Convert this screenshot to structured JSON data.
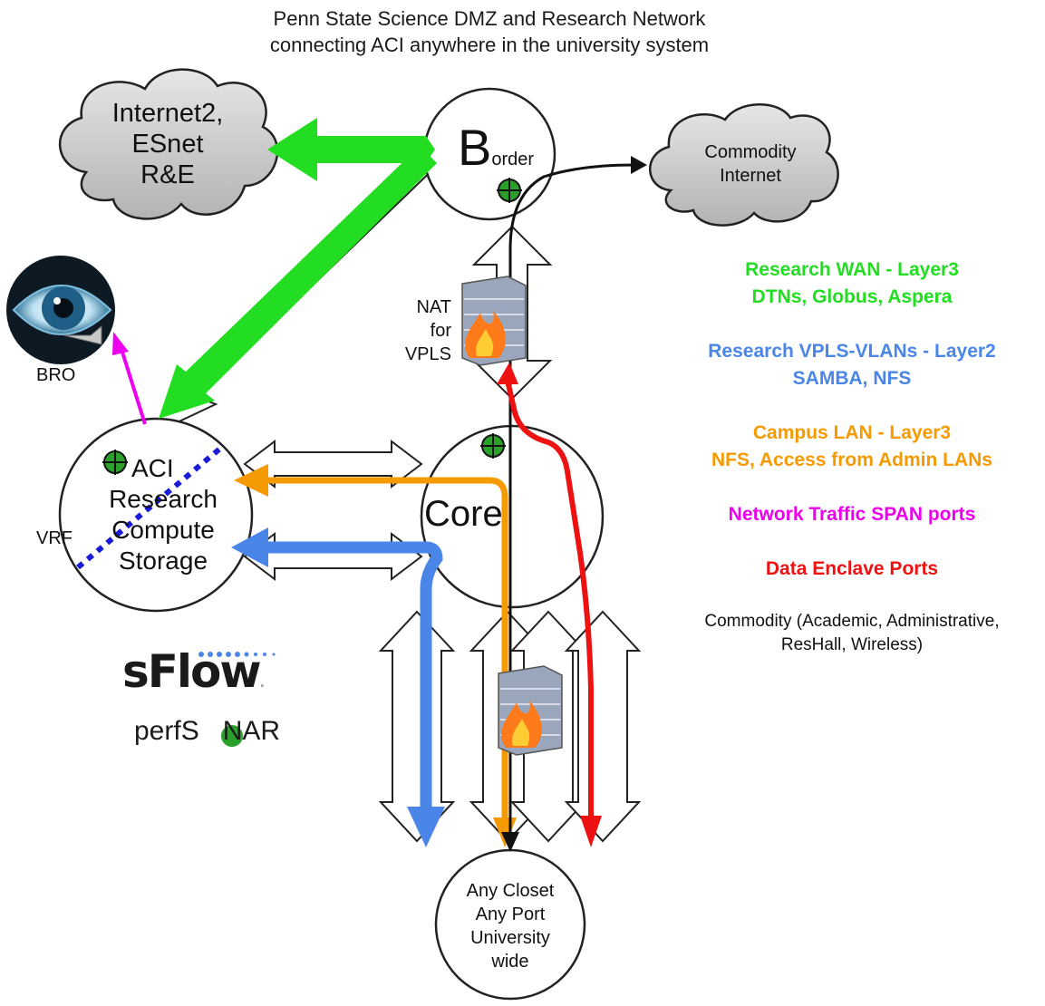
{
  "title": {
    "line1": "Penn State Science DMZ and Research Network",
    "line2": "connecting ACI anywhere in the university system"
  },
  "clouds": {
    "research": {
      "line1": "Internet2,",
      "line2": "ESnet",
      "line3": "R&E"
    },
    "commodity": {
      "line1": "Commodity",
      "line2": "Internet"
    }
  },
  "nodes": {
    "border": {
      "big": "B",
      "small": "order"
    },
    "core": {
      "label": "Core"
    },
    "aci": {
      "line1": "ACI",
      "line2": "Research",
      "line3": "Compute",
      "line4": "Storage"
    },
    "closet": {
      "line1": "Any Closet",
      "line2": "Any Port",
      "line3": "University",
      "line4": "wide"
    }
  },
  "labels": {
    "nat": {
      "line1": "NAT",
      "line2": "for",
      "line3": "VPLS"
    },
    "vrf": "VRF",
    "bro": "BRO"
  },
  "logos": {
    "sflow": "sFlow",
    "sflow_mark": ".",
    "perfsonar_left": "perfS",
    "perfsonar_right": "NAR"
  },
  "legend": {
    "research_wan": {
      "line1": "Research WAN - Layer3",
      "line2": "DTNs, Globus, Aspera",
      "color": "#22dd22"
    },
    "vpls": {
      "line1": "Research VPLS-VLANs - Layer2",
      "line2": "SAMBA, NFS",
      "color": "#4a86e8"
    },
    "campus": {
      "line1": "Campus LAN - Layer3",
      "line2": "NFS, Access from Admin LANs",
      "color": "#f59a00"
    },
    "span": {
      "line1": "Network Traffic SPAN ports",
      "color": "#ee00ee"
    },
    "enclave": {
      "line1": "Data Enclave Ports",
      "color": "#ee1111"
    },
    "commodity": {
      "line1": "Commodity (Academic, Administrative,",
      "line2": "ResHall, Wireless)",
      "color": "#111111"
    }
  },
  "colors": {
    "green": "#22dd22",
    "blue": "#4a86e8",
    "orange": "#f59a00",
    "magenta": "#ee00ee",
    "red": "#ee1111",
    "black": "#111111",
    "cloud_fill": "#c8c8c8",
    "vrf_blue": "#1a1ad8"
  },
  "icons": [
    "firewall-icon",
    "crosshair-icon",
    "eye-icon",
    "sflow-logo",
    "perfsonar-logo"
  ]
}
